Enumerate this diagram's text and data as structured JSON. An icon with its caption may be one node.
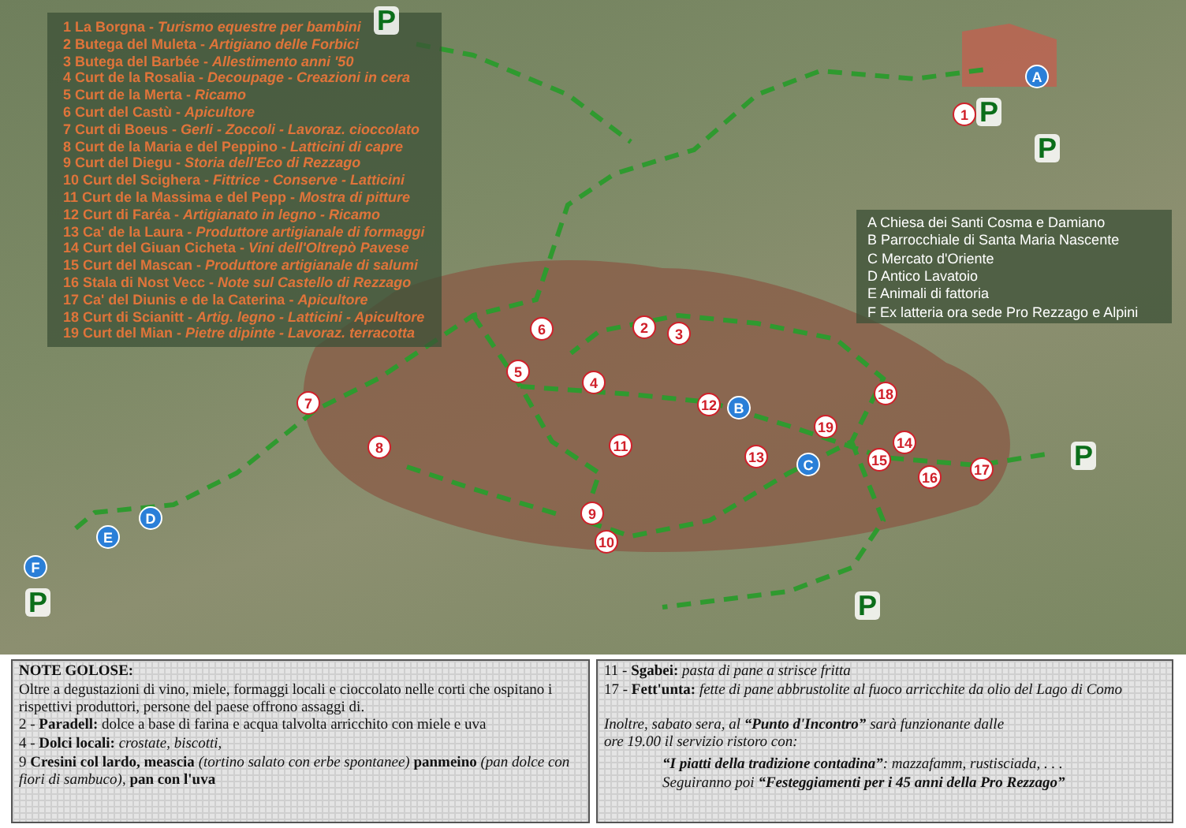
{
  "diagram": {
    "labels": [
      "1 La Borgna - *Turismo equestre per bambini*",
      "2 Butega del Muleta - *Artigiano delle Forbici*",
      "3 Butega del Barbée - *Allestimento anni '50*",
      "4 Curt de la Rosalia - *Decoupage - Creazioni in cera*",
      "5 Curt de la Merta - *Ricamo*",
      "6 Curt del Castù - *Apicultore*",
      "7 Curt di Boeus - *Gerli - Zoccoli - Lavoraz. cioccolato*",
      "8 Curt de la Maria e del Peppino - *Latticini di capre*",
      "9 Curt del Diegu - *Storia dell'Eco di Rezzago*",
      "10 Curt del Scighera - *Fittrice - Conserve - Latticini*",
      "11 Curt de la Massima e del Pepp - *Mostra di pitture*",
      "12 Curt di Faréa - *Artigianato in legno - Ricamo*",
      "13 Ca' de la Laura - *Produttore artigianale di formaggi*",
      "14 Curt del Giuan Cicheta - *Vini dell'Oltrepò Pavese*",
      "15 Curt del Mascan - *Produttore artigianale di salumi*",
      "16 Stala di Nost Vecc - *Note sul Castello di Rezzago*",
      "17 Ca' del Diunis e de la Caterina - *Apicultore*",
      "18 Curt di Scianitt - *Artig. legno - Latticini - Apicultore*",
      "19 Curt del Mian - *Pietre dipinte - Lavoraz. terracotta*",
      "A Chiesa dei Santi Cosma e Damiano",
      "B Parrocchiale di Santa Maria Nascente",
      "C Mercato d'Oriente",
      "D Antico Lavatoio",
      "E Animali di fattoria",
      "F Ex latteria ora sede Pro Rezzago e Alpini",
      "1",
      "2",
      "3",
      "4",
      "5",
      "6",
      "7",
      "8",
      "9",
      "10",
      "11",
      "12",
      "13",
      "14",
      "15",
      "16",
      "17",
      "18",
      "19",
      "A",
      "B",
      "C",
      "D",
      "E",
      "F",
      "P",
      "P",
      "P",
      "P",
      "P",
      "P",
      "NOTE GOLOSE:",
      "Oltre a degustazioni di vino, miele, formaggi locali e cioccolato nelle corti che ospitano i rispettivi produttori, persone del paese offrono assaggi di.",
      "2 - **Paradell:** dolce a base di farina e acqua talvolta arricchito con miele e uva",
      "4 - **Dolci locali:** *crostate, biscotti,*",
      "9 **Cresini col lardo, meascia** *(tortino salato con erbe spontanee)* **panmeino** *(pan dolce con fiori di sambuco)*, **pan con l'uva**",
      "11 - **Sgabei:** *pasta di pane a strisce fritta*",
      "17 - **Fett'unta:** *fette di pane abbrustolite al fuoco arricchite da olio del Lago di Como*",
      "Inoltre, sabato sera, al **“Punto d'Incontro”** sarà funzionante dalle ore 19.00 il servizio ristoro con:",
      "**“I piatti della tradizione contadina”**: mazzafamm, rustisciada, . . .",
      "Seguiranno poi **“Festeggiamenti per i 45 anni della Pro Rezzago”**"
    ]
  }
}
